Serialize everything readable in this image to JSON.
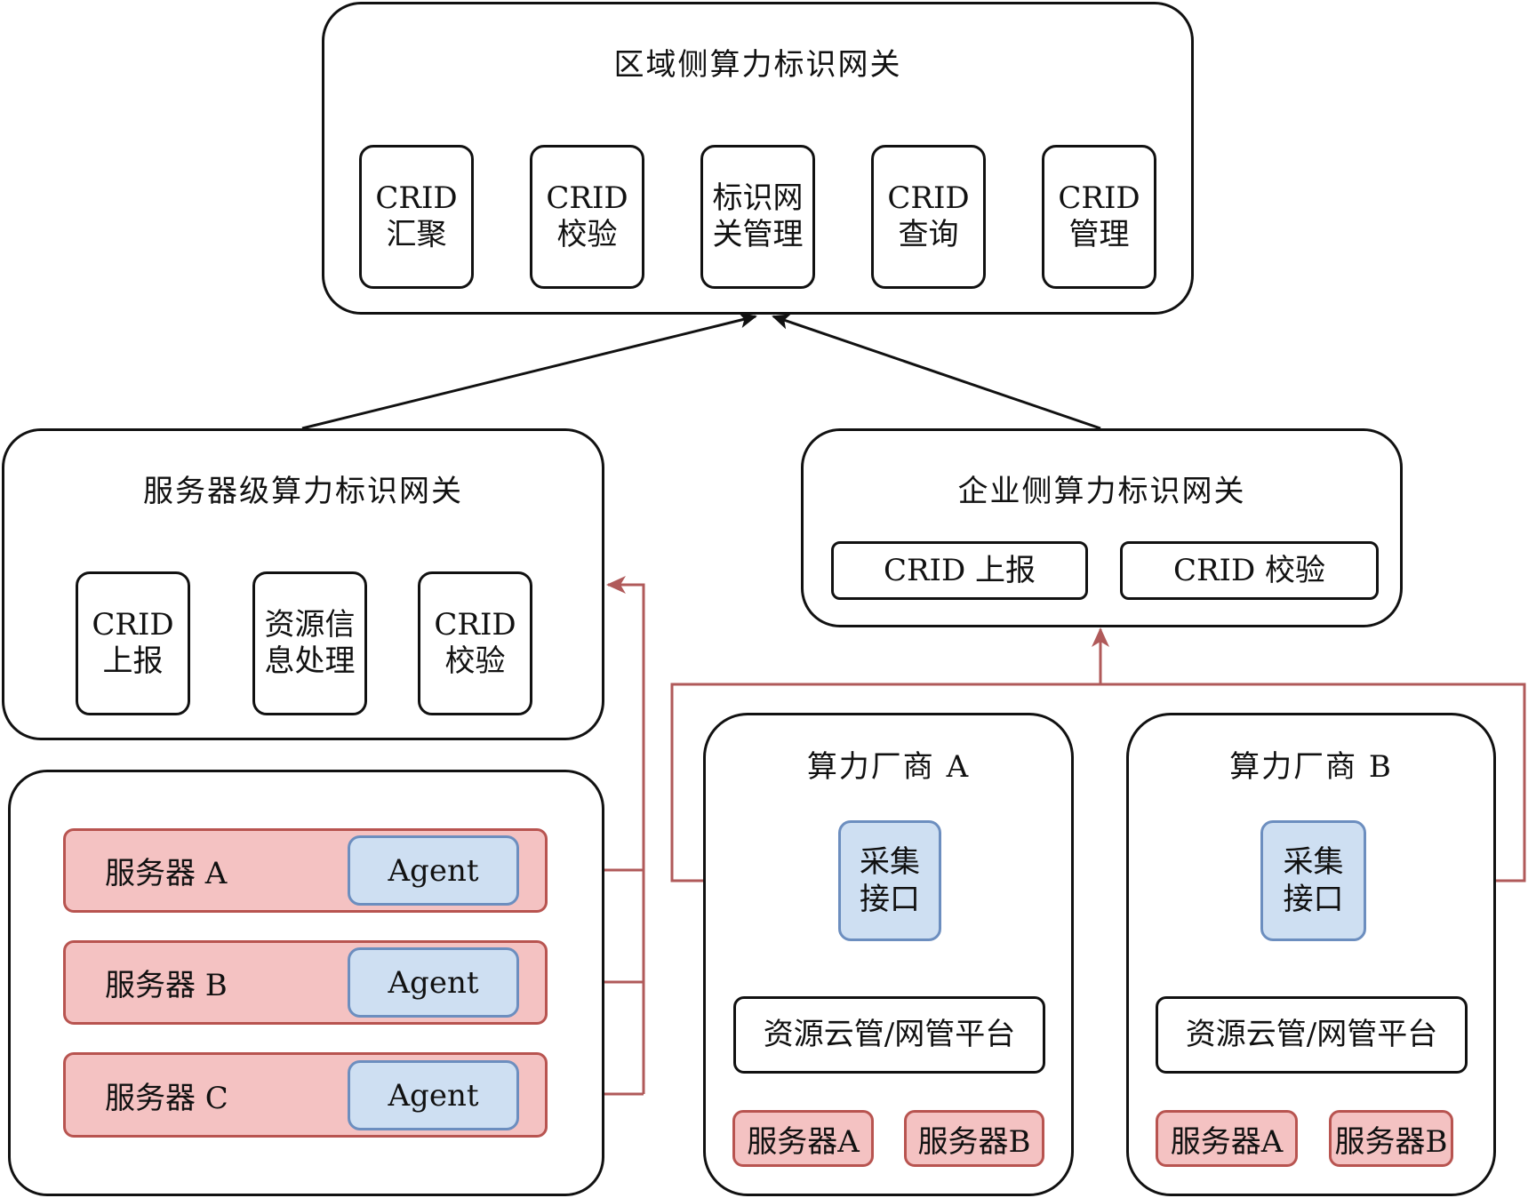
{
  "colors": {
    "server_fill": "#f4c2c2",
    "server_border": "#b85450",
    "agent_fill": "#cedff2",
    "agent_border": "#6c8ebf",
    "connector_red": "#b05a5a",
    "outline": "#111111"
  },
  "regional_gateway": {
    "title": "区域侧算力标识网关",
    "modules": [
      {
        "label": "CRID\n汇聚"
      },
      {
        "label": "CRID\n校验"
      },
      {
        "label": "标识网\n关管理"
      },
      {
        "label": "CRID\n查询"
      },
      {
        "label": "CRID\n管理"
      }
    ]
  },
  "server_gateway": {
    "title": "服务器级算力标识网关",
    "modules": [
      {
        "label": "CRID\n上报"
      },
      {
        "label": "资源信\n息处理"
      },
      {
        "label": "CRID\n校验"
      }
    ]
  },
  "servers": [
    {
      "name": "服务器 A",
      "agent": "Agent"
    },
    {
      "name": "服务器 B",
      "agent": "Agent"
    },
    {
      "name": "服务器 C",
      "agent": "Agent"
    }
  ],
  "enterprise_gateway": {
    "title": "企业侧算力标识网关",
    "modules": [
      {
        "label": "CRID 上报"
      },
      {
        "label": "CRID 校验"
      }
    ]
  },
  "vendors": [
    {
      "title": "算力厂商 A",
      "collector": "采集\n接口",
      "platform": "资源云管/网管平台",
      "servers": [
        "服务器A",
        "服务器B"
      ]
    },
    {
      "title": "算力厂商 B",
      "collector": "采集\n接口",
      "platform": "资源云管/网管平台",
      "servers": [
        "服务器A",
        "服务器B"
      ]
    }
  ]
}
